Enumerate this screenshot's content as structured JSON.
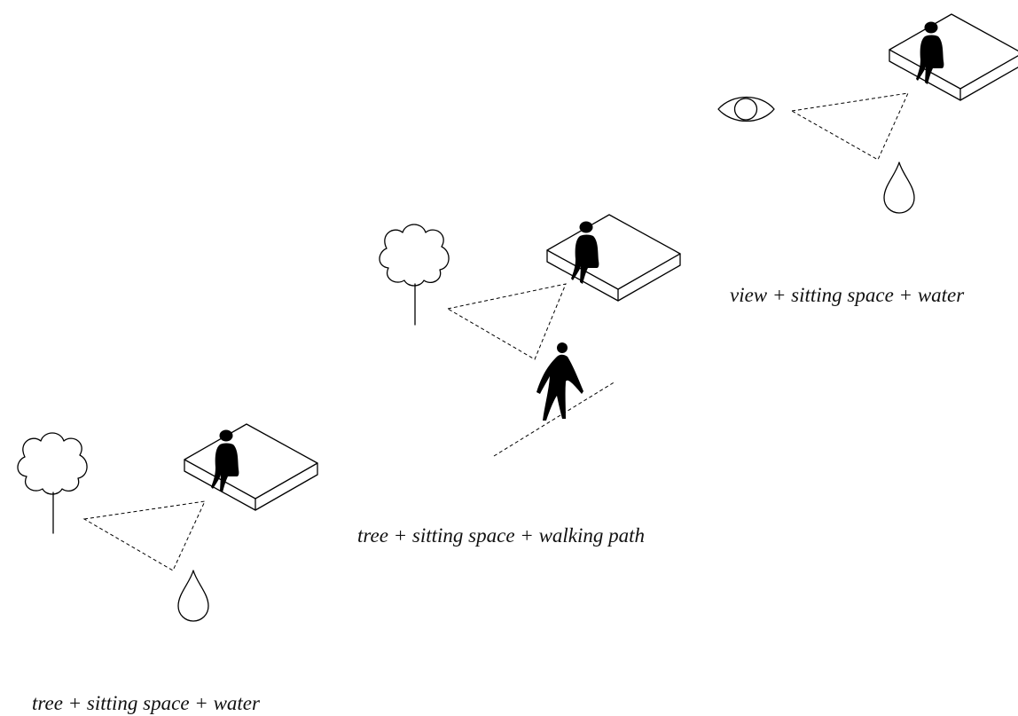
{
  "captions": {
    "view": "view + sitting space + water",
    "walking": "tree + sitting space + walking path",
    "water": "tree + sitting space + water"
  },
  "colors": {
    "ink": "#000000",
    "background": "#ffffff"
  },
  "icons": [
    "eye-icon",
    "tree-icon",
    "water-drop-icon",
    "sitting-block-icon",
    "sitting-person-icon",
    "walking-person-icon"
  ]
}
